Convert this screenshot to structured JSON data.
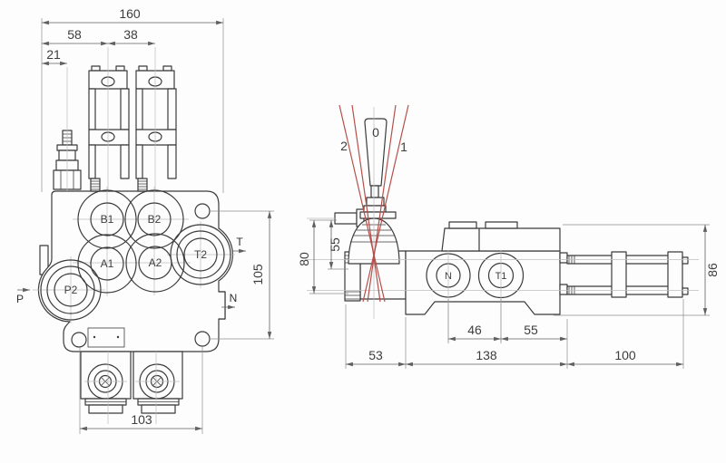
{
  "colors": {
    "line": "#3b3b3b",
    "centerline": "#bcbcbc",
    "dim_text": "#3d3d3d",
    "red": "#b5504b",
    "background": "#fdfdfd"
  },
  "front": {
    "dims": {
      "total": "160",
      "spool1": "58",
      "pitch": "38",
      "relief": "21",
      "height": "105",
      "caps": "103"
    },
    "ports": {
      "b1": "B1",
      "b2": "B2",
      "a1": "A1",
      "a2": "A2",
      "t2": "T2",
      "p2": "P2"
    },
    "arrows": {
      "p": "P",
      "t": "T",
      "n": "N"
    }
  },
  "side": {
    "dims": {
      "lever55": "55",
      "lever80": "80",
      "pitch46": "46",
      "end55": "55",
      "inlet53": "53",
      "body138": "138",
      "ext100": "100",
      "height86": "86"
    },
    "ports": {
      "n": "N",
      "t1": "T1"
    },
    "lever": {
      "p0": "0",
      "p1": "1",
      "p2": "2"
    }
  }
}
